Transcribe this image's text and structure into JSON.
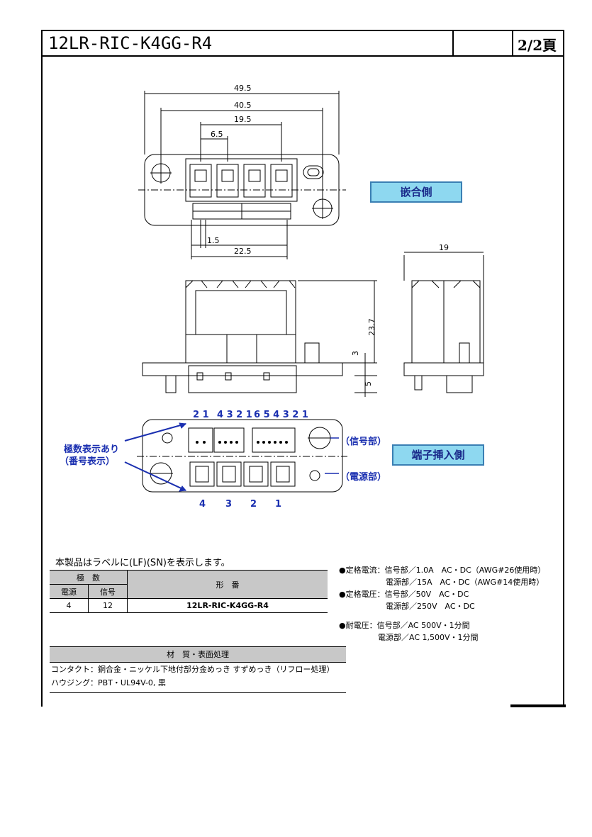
{
  "header": {
    "title": "12LR-RIC-K4GG-R4",
    "page": "2/2頁"
  },
  "dimensions": {
    "d495": "49.5",
    "d405": "40.5",
    "d195": "19.5",
    "d65": "6.5",
    "d15": "1.5",
    "d225": "22.5",
    "d19": "19",
    "d237": "23.7",
    "d3": "3",
    "d5": "5"
  },
  "tags": {
    "mating_side": "嵌合側",
    "terminal_side": "端子挿入側"
  },
  "callouts": {
    "polarity_line1": "極数表示あり",
    "polarity_line2": "（番号表示）",
    "signal_part": "（信号部）",
    "power_part": "（電源部）"
  },
  "pin_numbers": {
    "top_a": "2 1",
    "top_b": "4 3 2 1",
    "top_c": "6 5 4 3 2 1",
    "bottom": [
      "4",
      "3",
      "2",
      "1"
    ]
  },
  "note": "本製品はラベルに(LF)(SN)を表示します。",
  "pole_table": {
    "group": "極　数",
    "col_power": "電源",
    "col_signal": "信号",
    "col_model": "形　番",
    "rows": [
      {
        "power": "4",
        "signal": "12",
        "model": "12LR-RIC-K4GG-R4"
      }
    ]
  },
  "specs": {
    "current_1": "●定格電流：信号部／1.0A　AC・DC（AWG#26使用時）",
    "current_2": "　　　　　　電源部／15A　AC・DC（AWG#14使用時）",
    "voltage_1": "●定格電圧：信号部／50V　AC・DC",
    "voltage_2": "　　　　　　電源部／250V　AC・DC",
    "withstand_1": "●耐電圧：信号部／AC 500V・1分間",
    "withstand_2": "　　　　　電源部／AC 1,500V・1分間"
  },
  "materials": {
    "header": "材　質・表面処理",
    "contact": "コンタクト：銅合金・ニッケル下地付部分金めっき すずめっき（リフロー処理）",
    "housing": "ハウジング：PBT・UL94V-0, 黒"
  }
}
